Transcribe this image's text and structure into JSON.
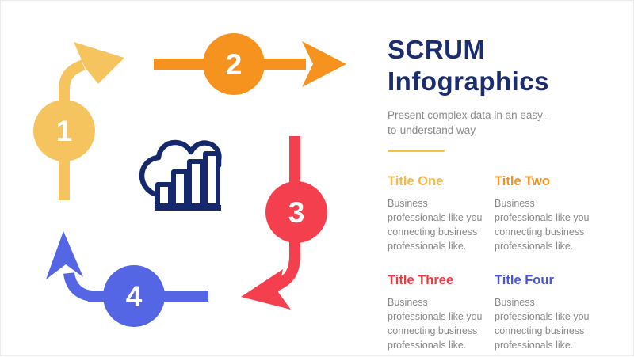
{
  "slide": {
    "title_lines": [
      "SCRUM",
      "Infographics"
    ],
    "subtitle": "Present complex data in an easy-\nto-understand way"
  },
  "diagram": {
    "steps": [
      {
        "number": "1",
        "color": "#F6C45F"
      },
      {
        "number": "2",
        "color": "#F6921E"
      },
      {
        "number": "3",
        "color": "#F4404E"
      },
      {
        "number": "4",
        "color": "#5466E4"
      }
    ],
    "center_icon": "cloud-bar-chart",
    "icon_color": "#14286B"
  },
  "sections": [
    {
      "title": "Title One",
      "color": "#F5BA45",
      "body": "Business\nprofessionals like you\nconnecting business\nprofessionals like."
    },
    {
      "title": "Title Two",
      "color": "#F6921E",
      "body": "Business\nprofessionals like you\nconnecting business\nprofessionals like."
    },
    {
      "title": "Title Three",
      "color": "#EE3B42",
      "body": "Business\nprofessionals like you\nconnecting business\nprofessionals like."
    },
    {
      "title": "Title Four",
      "color": "#4753E0",
      "body": "Business\nprofessionals like you\nconnecting business\nprofessionals like."
    }
  ],
  "colors": {
    "title_text": "#1B2D6E",
    "subtitle_text": "#8A8A8A",
    "divider": "#F5C242",
    "background": "#FFFFFF"
  }
}
